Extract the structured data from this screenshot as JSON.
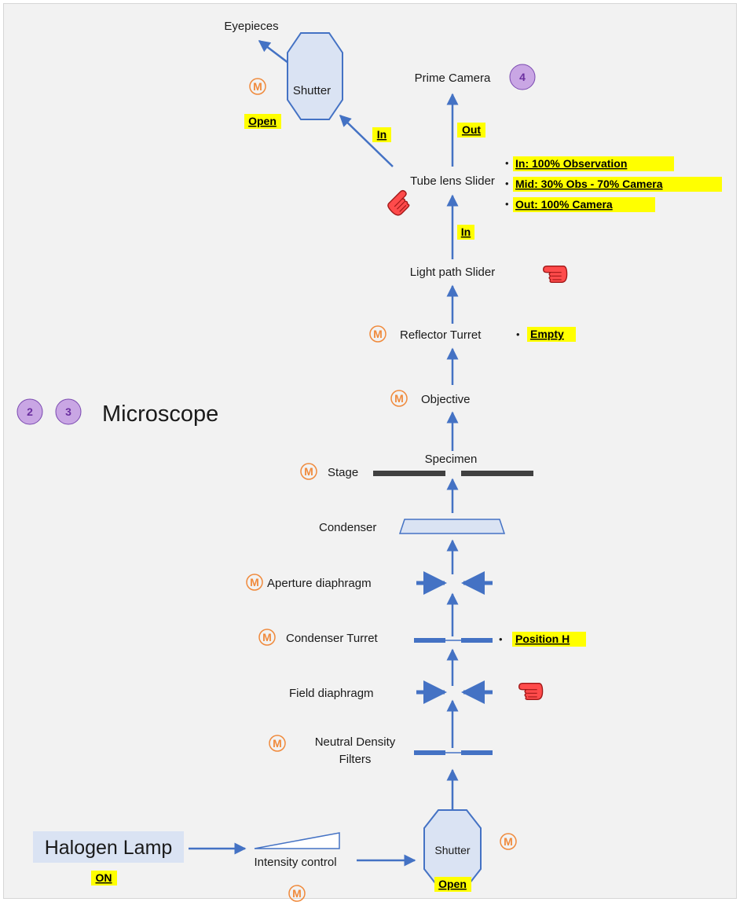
{
  "title": "Microscope",
  "badges": [
    "2",
    "3",
    "4"
  ],
  "motor_icon": "M",
  "labels": {
    "eyepieces": "Eyepieces",
    "shutter_top": "Shutter",
    "shutter_top_state": "Open",
    "prime_camera": "Prime Camera",
    "in_left": "In",
    "out": "Out",
    "tube_lens_slider": "Tube lens Slider",
    "tube_options": [
      "In: 100% Observation",
      "Mid: 30% Obs - 70% Camera",
      "Out: 100% Camera"
    ],
    "in_center": "In",
    "light_path_slider": "Light path Slider",
    "reflector_turret": "Reflector Turret",
    "reflector_state": "Empty",
    "objective": "Objective",
    "specimen": "Specimen",
    "stage": "Stage",
    "condenser": "Condenser",
    "aperture_diaphragm": "Aperture diaphragm",
    "condenser_turret": "Condenser Turret",
    "condenser_turret_state": "Position H",
    "field_diaphragm": "Field diaphragm",
    "nd_filters_line1": "Neutral Density",
    "nd_filters_line2": "Filters",
    "halogen_lamp": "Halogen Lamp",
    "halogen_state": "ON",
    "intensity_control": "Intensity control",
    "shutter_bottom": "Shutter",
    "shutter_bottom_state": "Open"
  },
  "colors": {
    "arrow": "#4472c4",
    "highlight": "#ffff00",
    "motor": "#f08a3c",
    "badge_fill": "#c9a6e4",
    "badge_text": "#6b2fa0",
    "shutter_fill": "#dae3f3",
    "stage_bar": "#404040",
    "lamp_box": "#dae3f3",
    "hand": "#ff4b4b"
  }
}
